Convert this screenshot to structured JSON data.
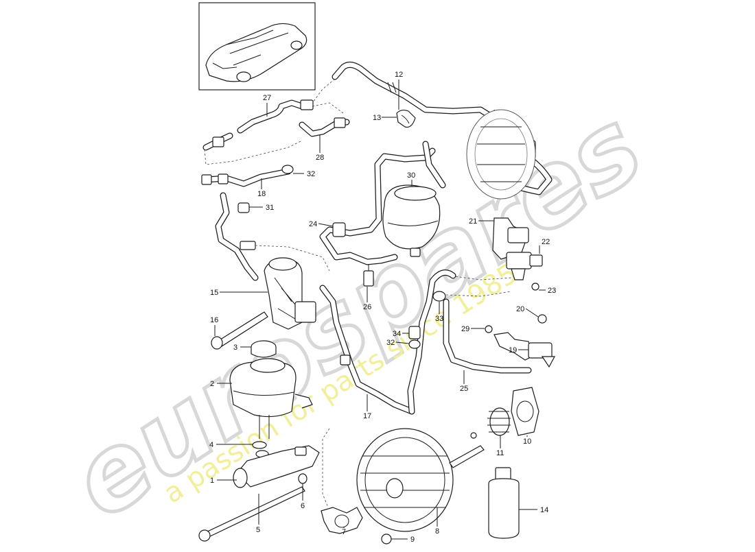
{
  "callouts": [
    {
      "label": "1"
    },
    {
      "label": "2"
    },
    {
      "label": "3"
    },
    {
      "label": "4"
    },
    {
      "label": "5"
    },
    {
      "label": "6"
    },
    {
      "label": "7"
    },
    {
      "label": "8"
    },
    {
      "label": "9"
    },
    {
      "label": "10"
    },
    {
      "label": "11"
    },
    {
      "label": "12"
    },
    {
      "label": "13"
    },
    {
      "label": "14"
    },
    {
      "label": "15"
    },
    {
      "label": "16"
    },
    {
      "label": "17"
    },
    {
      "label": "18"
    },
    {
      "label": "19"
    },
    {
      "label": "20"
    },
    {
      "label": "21"
    },
    {
      "label": "22"
    },
    {
      "label": "23"
    },
    {
      "label": "24"
    },
    {
      "label": "25"
    },
    {
      "label": "26"
    },
    {
      "label": "27"
    },
    {
      "label": "28"
    },
    {
      "label": "29"
    },
    {
      "label": "30"
    },
    {
      "label": "31"
    },
    {
      "label": "32"
    },
    {
      "label": "32"
    },
    {
      "label": "33"
    },
    {
      "label": "34"
    }
  ],
  "watermark": {
    "brand": "eurospares",
    "tagline": "a passion for parts since 1985"
  }
}
